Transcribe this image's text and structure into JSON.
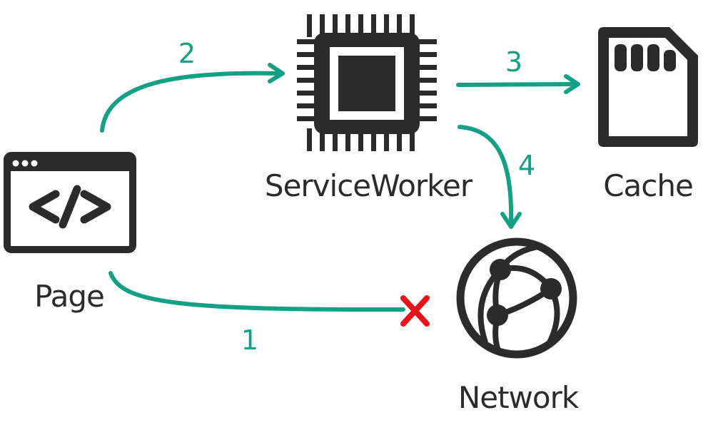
{
  "nodes": {
    "page": "Page",
    "service_worker": "ServiceWorker",
    "cache": "Cache",
    "network": "Network"
  },
  "steps": {
    "step1": "1",
    "step2": "2",
    "step3": "3",
    "step4": "4"
  },
  "colors": {
    "arrow": "#13a085",
    "icon": "#2b2b2b",
    "blocked": "#e8141b"
  },
  "icons": {
    "page": "browser-code-icon",
    "service_worker": "cpu-chip-icon",
    "cache": "sd-card-icon",
    "network": "globe-network-icon",
    "blocked": "red-x-icon"
  }
}
